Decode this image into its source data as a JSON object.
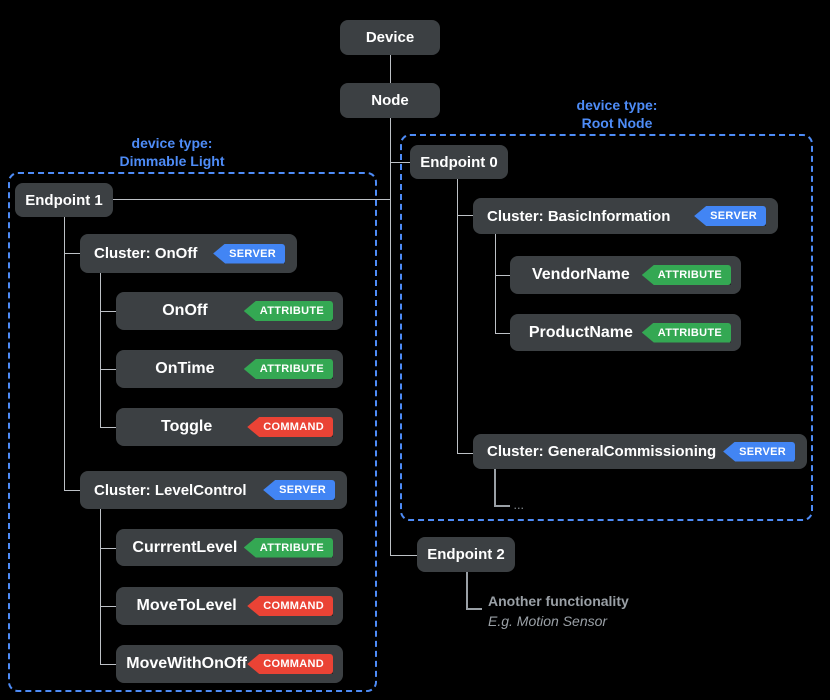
{
  "colors": {
    "background": "#000000",
    "box_fill": "#3c4043",
    "box_text": "#ffffff",
    "connector": "#bdc1c6",
    "annotation_connector": "#9aa0a6",
    "group_border": "#4e8cf7",
    "group_label_text": "#4e8cf7",
    "server_badge": "#4285f4",
    "attribute_badge": "#34a853",
    "command_badge": "#ea4335",
    "caption_text": "#9aa0a6"
  },
  "root": {
    "device": "Device",
    "node": "Node"
  },
  "left_group": {
    "label_line1": "device type:",
    "label_line2": "Dimmable Light",
    "endpoint": "Endpoint 1",
    "clusters": [
      {
        "label": "Cluster: OnOff",
        "badge": "SERVER",
        "children": [
          {
            "label": "OnOff",
            "badge": "ATTRIBUTE"
          },
          {
            "label": "OnTime",
            "badge": "ATTRIBUTE"
          },
          {
            "label": "Toggle",
            "badge": "COMMAND"
          }
        ]
      },
      {
        "label": "Cluster: LevelControl",
        "badge": "SERVER",
        "children": [
          {
            "label": "CurrrentLevel",
            "badge": "ATTRIBUTE"
          },
          {
            "label": "MoveToLevel",
            "badge": "COMMAND"
          },
          {
            "label": "MoveWithOnOff",
            "badge": "COMMAND"
          }
        ]
      }
    ]
  },
  "right_group": {
    "label_line1": "device type:",
    "label_line2": "Root Node",
    "endpoint": "Endpoint 0",
    "clusters": [
      {
        "label": "Cluster: BasicInformation",
        "badge": "SERVER",
        "children": [
          {
            "label": "VendorName",
            "badge": "ATTRIBUTE"
          },
          {
            "label": "ProductName",
            "badge": "ATTRIBUTE"
          }
        ]
      },
      {
        "label": "Cluster: GeneralCommissioning",
        "badge": "SERVER",
        "ellipsis": "..."
      }
    ]
  },
  "endpoint2": {
    "label": "Endpoint 2",
    "caption_line1": "Another functionality",
    "caption_line2": "E.g. Motion Sensor"
  }
}
